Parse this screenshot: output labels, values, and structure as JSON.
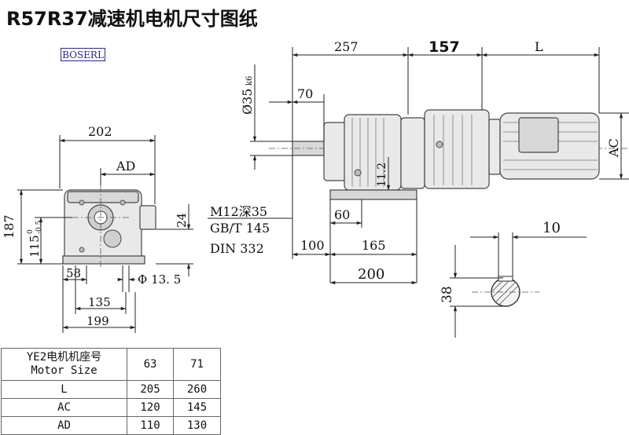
{
  "title": "R57R37减速机电机尺寸图纸",
  "brand": "BOSERL",
  "front_view": {
    "dim_width_top": "202",
    "dim_ad": "AD",
    "dim_height": "187",
    "dim_115_main": "115",
    "dim_115_upper": "0",
    "dim_115_lower": "-0.5",
    "dim_24": "24",
    "dim_58": "58",
    "dim_hole": "Φ 13. 5",
    "dim_135": "135",
    "dim_199": "199"
  },
  "side_view": {
    "dim_257": "257",
    "dim_157": "157",
    "dim_l": "L",
    "dim_shaft_dia": "Ø35",
    "dim_shaft_tol": "k6",
    "dim_70": "70",
    "dim_ac": "AC",
    "dim_11_2": "11.2",
    "thread_note_1": "M12深35",
    "thread_note_2": "GB/T 145",
    "thread_note_3": "DIN 332",
    "dim_60": "60",
    "dim_100": "100",
    "dim_165": "165",
    "dim_200": "200"
  },
  "shaft_section": {
    "dim_10": "10",
    "dim_38": "38"
  },
  "motor_table": {
    "header_line1": "YE2电机机座号",
    "header_line2": "Motor Size",
    "sizes": [
      "63",
      "71"
    ],
    "rows": [
      {
        "label": "L",
        "values": [
          "205",
          "260"
        ]
      },
      {
        "label": "AC",
        "values": [
          "120",
          "145"
        ]
      },
      {
        "label": "AD",
        "values": [
          "110",
          "130"
        ]
      }
    ]
  }
}
